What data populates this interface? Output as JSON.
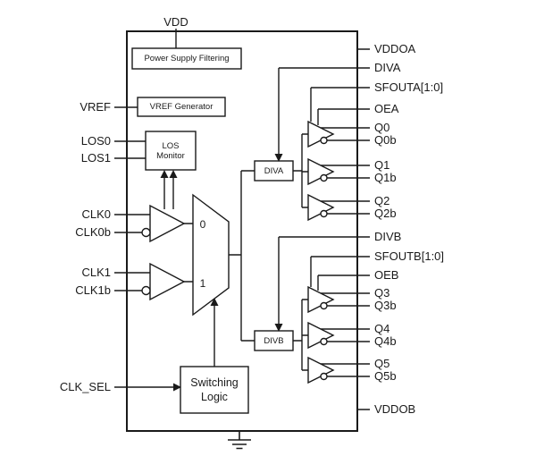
{
  "diagram_type": "ic-block-diagram",
  "colors": {
    "line": "#1a1a1a",
    "background": "#ffffff",
    "block_fill": "#ffffff"
  },
  "pins": {
    "top": {
      "vdd": "VDD"
    },
    "left": [
      "VREF",
      "LOS0",
      "LOS1",
      "CLK0",
      "CLK0b",
      "CLK1",
      "CLK1b",
      "CLK_SEL"
    ],
    "right": [
      "VDDOA",
      "DIVA",
      "SFOUTA[1:0]",
      "OEA",
      "Q0",
      "Q0b",
      "Q1",
      "Q1b",
      "Q2",
      "Q2b",
      "DIVB",
      "SFOUTB[1:0]",
      "OEB",
      "Q3",
      "Q3b",
      "Q4",
      "Q4b",
      "Q5",
      "Q5b",
      "VDDOB"
    ]
  },
  "blocks": {
    "power_supply_filtering": "Power Supply Filtering",
    "vref_generator": "VREF Generator",
    "los_monitor_line1": "LOS",
    "los_monitor_line2": "Monitor",
    "diva": "DIVA",
    "divb": "DIVB",
    "switching_logic_line1": "Switching",
    "switching_logic_line2": "Logic",
    "mux_input_0": "0",
    "mux_input_1": "1"
  }
}
